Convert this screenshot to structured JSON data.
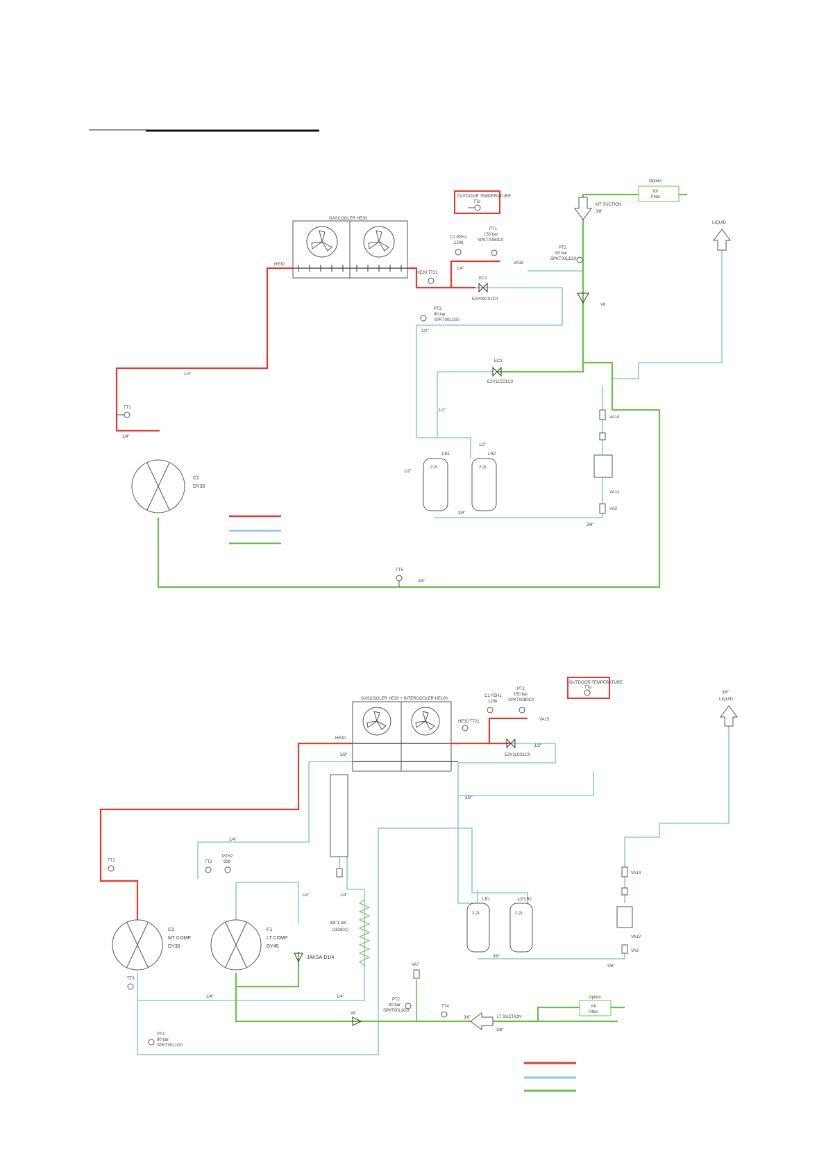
{
  "colors": {
    "red": "#e8382f",
    "blue": "#8ec9e2",
    "green": "#6cc04a",
    "box": "#e8382f"
  },
  "top": {
    "gascooler": "GASCOOLER HE30",
    "outdoor_temp": "OUTDOOR TEMPERATURE",
    "outdoor_tt": "TTo",
    "option_kit": [
      "Option",
      "Kit",
      "Filter"
    ],
    "mt_suction": "MT SUCTION",
    "mt_suction_size": "3/8\"",
    "liquid": "LIQUID",
    "he30": "HE30",
    "he30_tt21": "HE30 TT21",
    "pzh1": [
      "C1 PZH1",
      "120b"
    ],
    "pt1": [
      "PT1",
      "150 bar",
      "SPKT00B0C0"
    ],
    "va15": "VA15",
    "pt2": [
      "PT2",
      "90 bar",
      "SPKT00L1G0"
    ],
    "ec1": [
      "EC1",
      "E2V09CS1C0"
    ],
    "pt3": [
      "PT3",
      "90 bar",
      "SPKT00L1G0"
    ],
    "ec3": [
      "EC3",
      "E2V11CS1C0"
    ],
    "v8": "V8",
    "tt1": "TT1",
    "compressor": [
      "C1",
      "DY30"
    ],
    "lr1": "LR1",
    "lr2": "LR2",
    "vol": "2,2L",
    "va14": "VA14",
    "va12": "VA12",
    "va3": "VA3",
    "tt5": "TT5",
    "sizes": {
      "quarter": "1/4\"",
      "half": "1/2\"",
      "three8": "3/8\""
    }
  },
  "bottom": {
    "gascooler": "GASCOOLER HE30 + INTERCOOLER HE100",
    "outdoor_temp": "OUTDOOR TEMPERATURE",
    "outdoor_tt": "TTo",
    "liquid": [
      "3/8\"",
      "LIQUID"
    ],
    "he30": "HE30",
    "he30_tt21": "HE30 TT21",
    "pzh1": [
      "C1 PZH1",
      "120b"
    ],
    "pt1": [
      "PT1",
      "150 bar",
      "SPKT00B0C0"
    ],
    "va15": "VA15",
    "ec1": "E2V11CS1C0",
    "mt_comp": [
      "C1",
      "MT COMP",
      "DY30"
    ],
    "lt_comp": [
      "F1",
      "LT COMP",
      "DY45"
    ],
    "tt1": "TT1",
    "tt2": "TT2",
    "pzh2": [
      "PZH2",
      "90b"
    ],
    "tt3": "TT3",
    "tt4": "TT4",
    "jaksa": "JAKSA-D1/4",
    "coil": [
      "3/8\"1-3m",
      "(192801)"
    ],
    "va7": "VA7",
    "pt2": [
      "PT2",
      "90 bar",
      "SPKT00L1G0"
    ],
    "v8": "V8",
    "lt_suction": "LT SUCTION",
    "lt_suction_size": "3/8\"",
    "option_kit": [
      "Option",
      "Kit",
      "Filter"
    ],
    "pt3": [
      "PT3",
      "90 bar",
      "SPKT00L1G0"
    ],
    "lr1": "LR1",
    "lr2": "LR2",
    "vol": "2,2L",
    "va14": "VA14",
    "va12": "VA12",
    "va3": "VA3",
    "sizes": {
      "quarter": "1/4\"",
      "half": "1/2\"",
      "three8": "3/8\""
    }
  }
}
